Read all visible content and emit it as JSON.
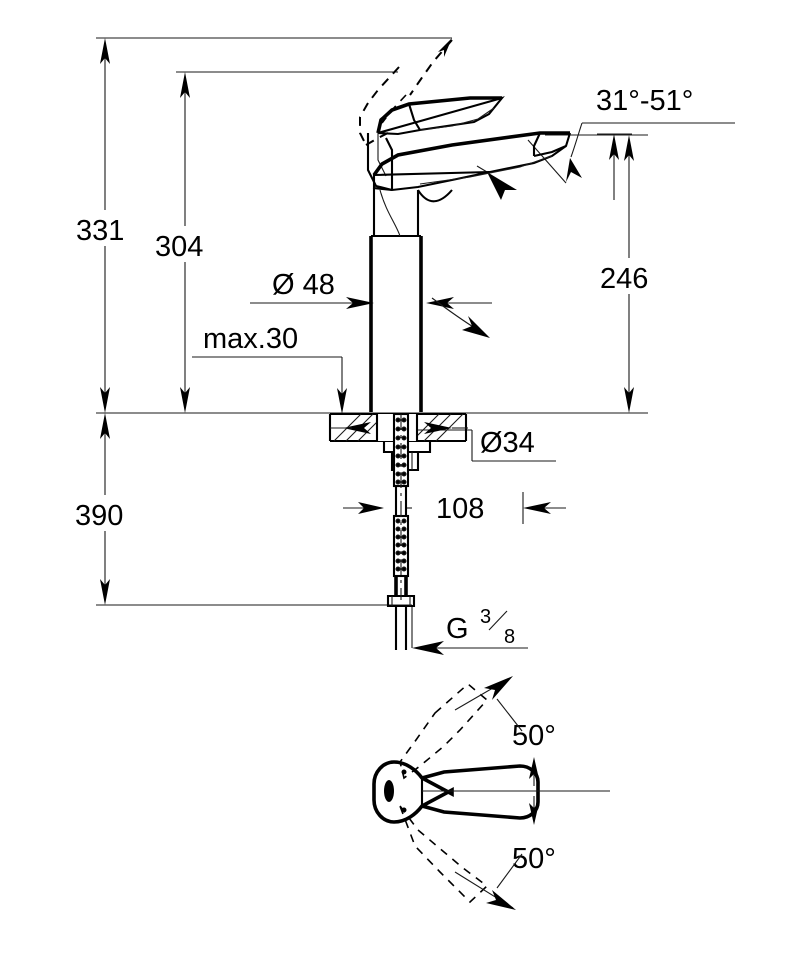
{
  "drawing": {
    "title": "Single-lever basin mixer dimensional drawing",
    "units": "mm",
    "line_color": "#000000",
    "background_color": "#ffffff"
  },
  "dimensions": {
    "overall_height": "331",
    "spout_height": "304",
    "spout_reach_height": "246",
    "body_diameter": "Ø 48",
    "deck_thickness": "max.30",
    "mounting_hole_diameter": "Ø34",
    "tail_offset": "108",
    "below_deck_length": "390",
    "connection_thread_prefix": "G",
    "connection_thread_numerator": "3",
    "connection_thread_denominator": "8",
    "lever_tilt_range": "31°-51°"
  },
  "bottom_view": {
    "swivel_angle_upper": "50°",
    "swivel_angle_lower": "50°"
  }
}
